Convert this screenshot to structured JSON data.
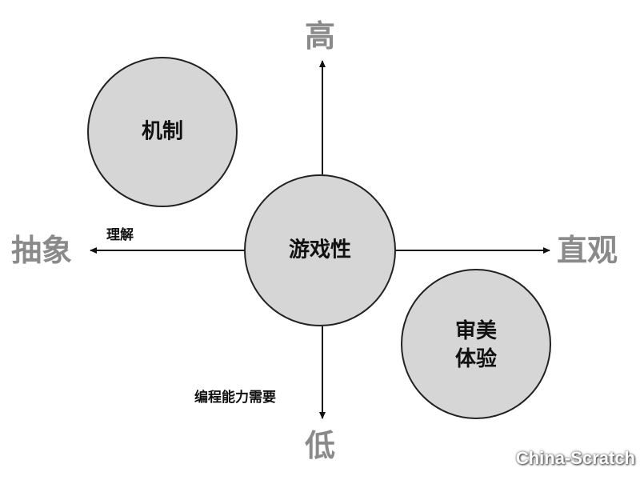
{
  "axes": {
    "top": "高",
    "bottom": "低",
    "left": "抽象",
    "right": "直观"
  },
  "annotations": {
    "left_arrow": "理解",
    "down_arrow": "编程能力需要"
  },
  "nodes": {
    "center": "游戏性",
    "mechanism": "机制",
    "aesthetic_line1": "审美",
    "aesthetic_line2": "体验"
  },
  "watermark": "China-Scratch",
  "colors": {
    "circle_fill": "#d6d6d6",
    "circle_stroke": "#222222",
    "axis_label": "#8a8a8a"
  }
}
